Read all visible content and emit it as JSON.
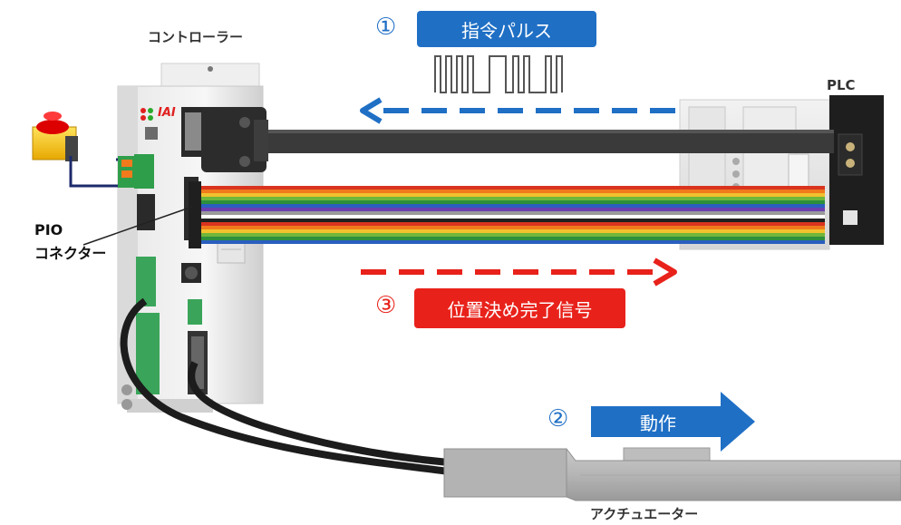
{
  "labels": {
    "controller": "コントローラー",
    "plc": "PLC",
    "pio_line1": "PIO",
    "pio_line2": "コネクター",
    "actuator": "アクチュエーター"
  },
  "steps": [
    {
      "number": "①",
      "label": "指令パルス",
      "color": "#1f6fc5"
    },
    {
      "number": "②",
      "label": "動作",
      "color": "#1f6fc5"
    },
    {
      "number": "③",
      "label": "位置決め完了信号",
      "color": "#e8221b"
    }
  ],
  "logo": "IAI",
  "colors": {
    "blue": "#1f6fc5",
    "red": "#e8221b",
    "ribbon": [
      "#d9341f",
      "#f07a1c",
      "#f2c12e",
      "#6fb63a",
      "#2d8f3c",
      "#2a5fbf",
      "#6c3fb0",
      "#9b9b9b",
      "#ffffff",
      "#202020"
    ]
  }
}
